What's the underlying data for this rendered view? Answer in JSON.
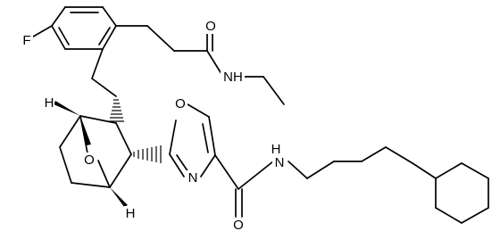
{
  "atom_labels": {
    "fluorine": "F",
    "amide_top_oxygen": "O",
    "amide_top_nh": "NH",
    "bicyclic_h_top": "H",
    "bicyclic_h_bottom": "H",
    "bridge_oxygen": "O",
    "oxazole_oxygen": "O",
    "oxazole_nitrogen": "N",
    "amide_bottom_nh": "H",
    "amide_bottom_nh_n": "N",
    "amide_bottom_oxygen": "O"
  }
}
